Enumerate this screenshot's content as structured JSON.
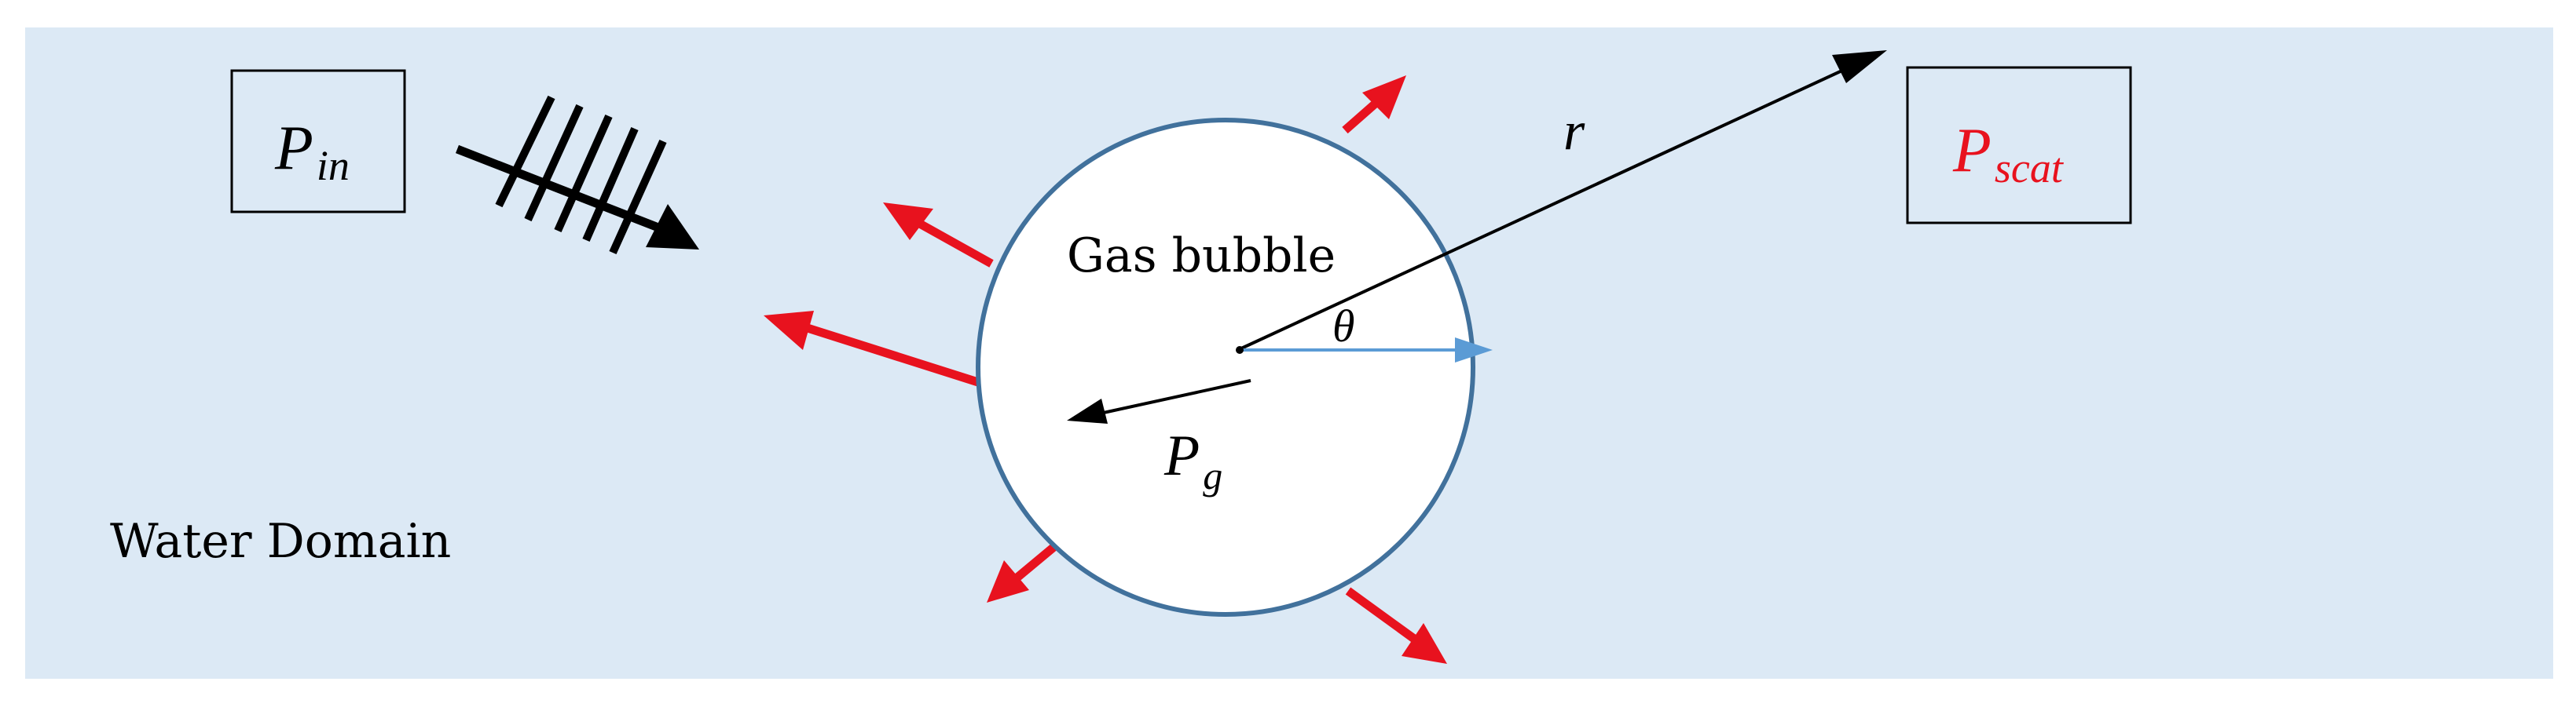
{
  "diagram": {
    "incident_box": {
      "symbol": "P",
      "subscript": "in"
    },
    "scattered_box": {
      "symbol": "P",
      "subscript": "scat"
    },
    "bubble_label": "Gas bubble",
    "gas_pressure": {
      "symbol": "P",
      "subscript": "g"
    },
    "radius_label": "r",
    "angle_label": "θ",
    "domain_label": "Water Domain"
  },
  "colors": {
    "water": "#dce9f5",
    "bubble_fill": "#ffffff",
    "bubble_stroke": "#41719c",
    "scatter_arrow": "#e8121e",
    "theta_arrow": "#5b9bd5",
    "scattered_text": "#e8121e",
    "ink": "#000000"
  }
}
